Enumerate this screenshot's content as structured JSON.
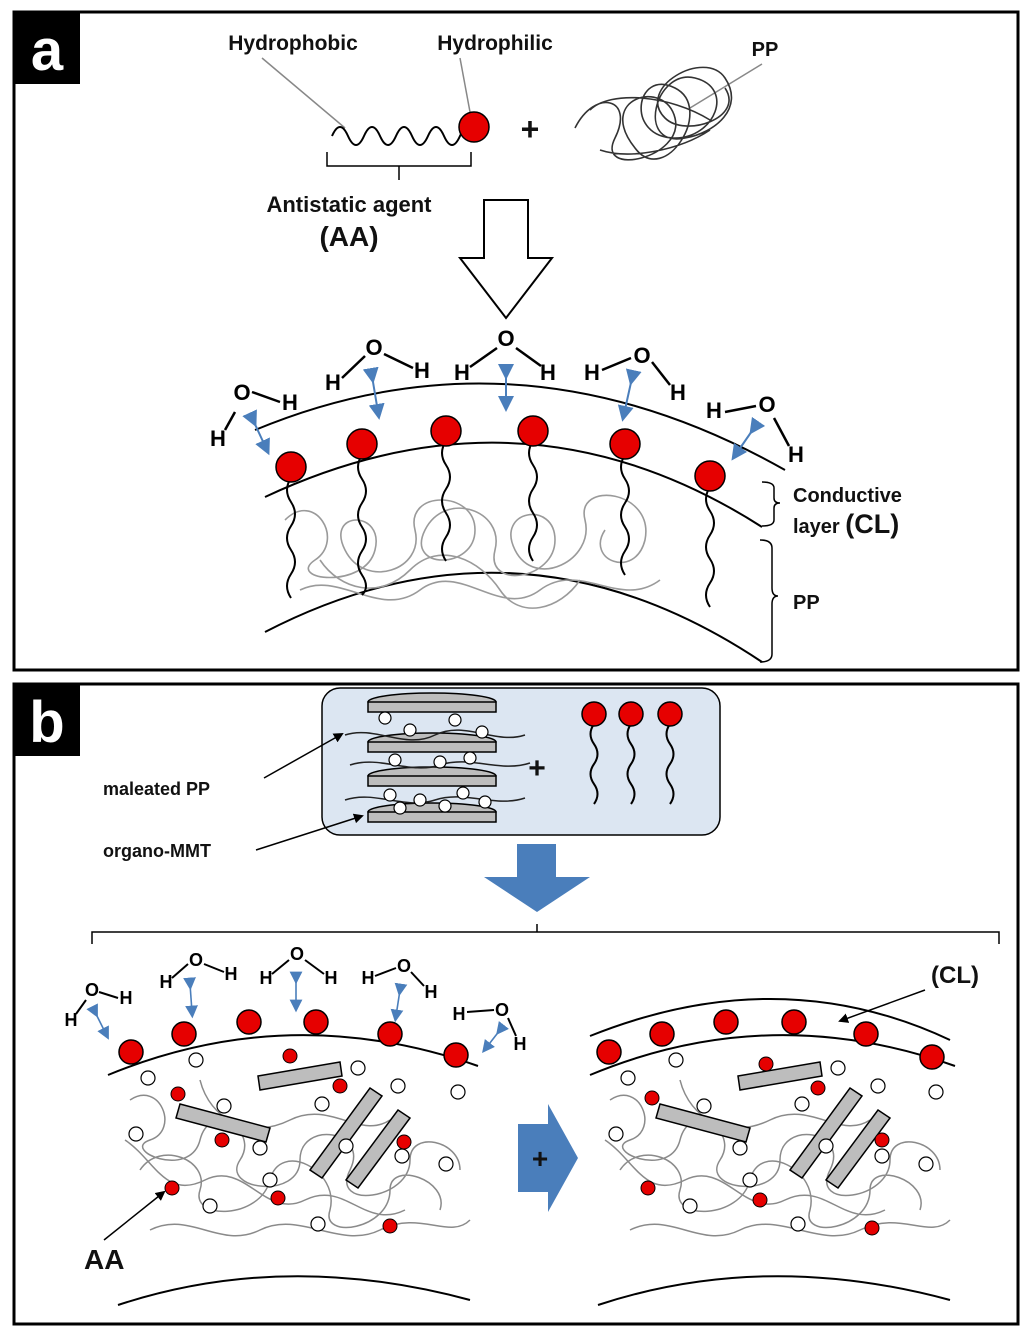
{
  "panel_a": {
    "letter": "a",
    "hydrophobic_label": "Hydrophobic",
    "hydrophilic_label": "Hydrophilic",
    "pp_label_top": "PP",
    "plus": "+",
    "aa_label_line1": "Antistatic agent",
    "aa_label_line2": "(AA)",
    "conductive_label_line1": "Conductive",
    "conductive_label_line2_prefix": "layer ",
    "conductive_label_line2_abbr": "(CL)",
    "pp_label_bottom": "PP",
    "water": {
      "o": "O",
      "h": "H"
    }
  },
  "panel_b": {
    "letter": "b",
    "maleated_pp_label": "maleated PP",
    "organo_mmt_label": "organo-MMT",
    "plus": "+",
    "cl_label": "(CL)",
    "aa_label": "AA",
    "arrow_plus": "+",
    "water": {
      "o": "O",
      "h": "H"
    }
  },
  "colors": {
    "hydrophilic_head": "#e60000",
    "arrow_blue": "#4a7ebb",
    "box_fill": "#dce6f2",
    "clay_gray": "#bdbdbd",
    "panel_letter_bg": "#000000"
  }
}
